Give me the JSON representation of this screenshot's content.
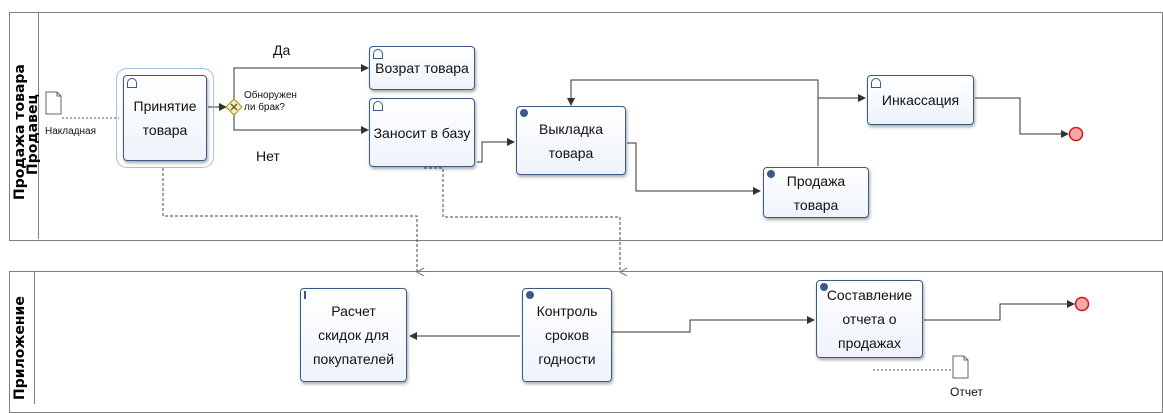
{
  "pools": {
    "top": {
      "pool_label": "Продажа товара",
      "lane_label": "Продавец"
    },
    "bottom": {
      "pool_label": "Приложение"
    }
  },
  "tasks": {
    "accept": "Принятие товара",
    "return": "Возрат товара",
    "enter_db": "Заносит в базу",
    "display": "Выкладка товара",
    "sale": "Продажа товара",
    "collection": "Инкассация",
    "discounts": "Расчет скидок для покупателей",
    "expiry": "Контроль сроков годности",
    "report_task": "Составление отчета о продажах"
  },
  "labels": {
    "gateway_question": "Обноружен ли брак?",
    "yes": "Да",
    "no": "Нет",
    "invoice": "Накладная",
    "report": "Отчет"
  }
}
